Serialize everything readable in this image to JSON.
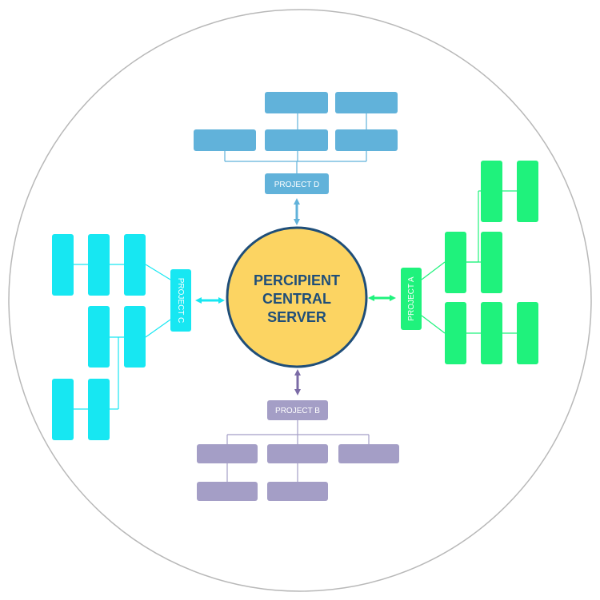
{
  "center": {
    "lines": [
      "PERCIPIENT",
      "CENTRAL",
      "SERVER"
    ]
  },
  "projects": {
    "a": {
      "label": "PROJECT A"
    },
    "b": {
      "label": "PROJECT B"
    },
    "c": {
      "label": "PROJECT C"
    },
    "d": {
      "label": "PROJECT D"
    }
  },
  "colors": {
    "center_fill": "#fcd462",
    "center_stroke": "#1f4e79",
    "center_text": "#1f4e79",
    "outer_ring": "#b8b8b8",
    "project_a": "#1ff27c",
    "project_b": "#a49ec6",
    "project_c": "#17e7f2",
    "project_d": "#61b2da",
    "arrow_b": "#7b6ba6"
  }
}
